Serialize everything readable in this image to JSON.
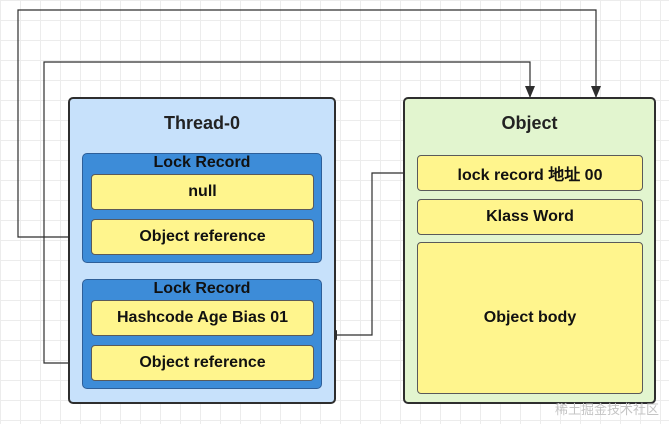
{
  "thread": {
    "title": "Thread-0",
    "lock_records": [
      {
        "title": "Lock Record",
        "fields": [
          "null",
          "Object reference"
        ]
      },
      {
        "title": "Lock Record",
        "fields": [
          "Hashcode Age Bias 01",
          "Object reference"
        ]
      }
    ]
  },
  "object": {
    "title": "Object",
    "fields": [
      "lock record 地址 00",
      "Klass Word",
      "Object body"
    ]
  },
  "watermark": "稀土掘金技术社区",
  "colors": {
    "thread_bg": "#c7e1fb",
    "lock_record_bg": "#3d8cd8",
    "object_bg": "#e2f5cf",
    "field_bg": "#fff58d",
    "arrow": "#2e2e2e"
  }
}
